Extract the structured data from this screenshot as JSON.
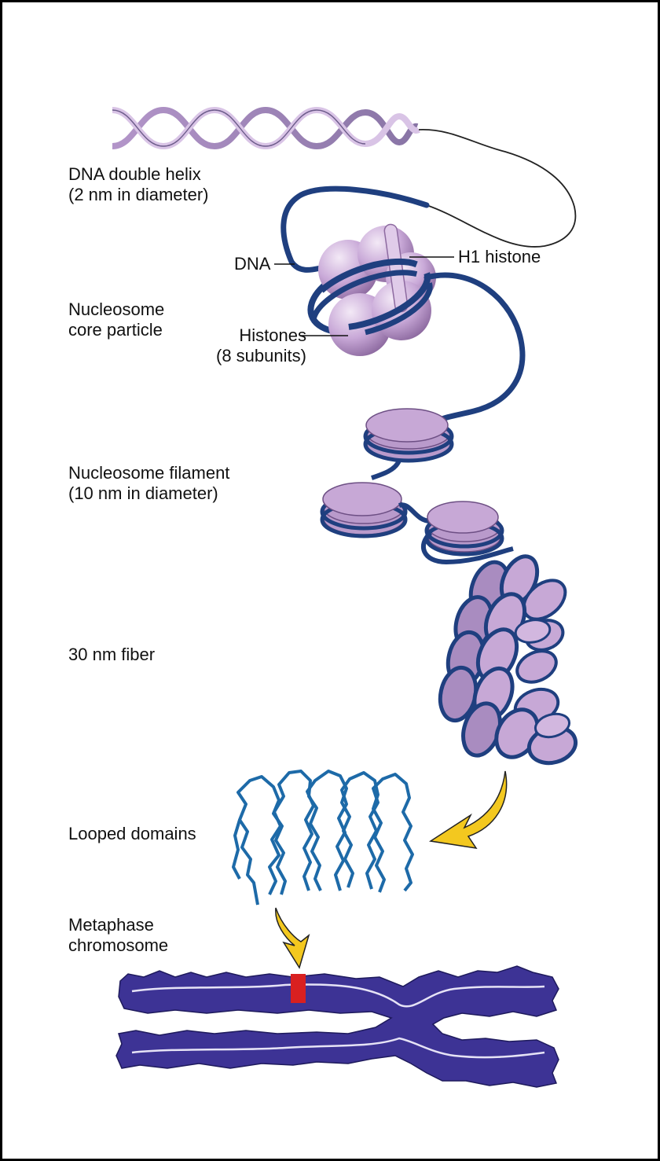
{
  "labels": {
    "dna_helix_line1": "DNA double helix",
    "dna_helix_line2": "(2 nm in diameter)",
    "dna": "DNA",
    "h1_histone": "H1 histone",
    "nucleosome_core_line1": "Nucleosome",
    "nucleosome_core_line2": "core particle",
    "histones_line1": "Histones",
    "histones_line2": "(8 subunits)",
    "filament_line1": "Nucleosome filament",
    "filament_line2": "(10 nm in diameter)",
    "fiber_30nm": "30 nm fiber",
    "looped_domains": "Looped domains",
    "metaphase_line1": "Metaphase",
    "metaphase_line2": "chromosome"
  },
  "colors": {
    "dna_strand": "#1f3f7f",
    "histone": "#c7a8d6",
    "loop": "#1d6aa8",
    "chromosome": "#3d3395",
    "highlight": "#d92020",
    "arrow": "#f3c81f"
  }
}
